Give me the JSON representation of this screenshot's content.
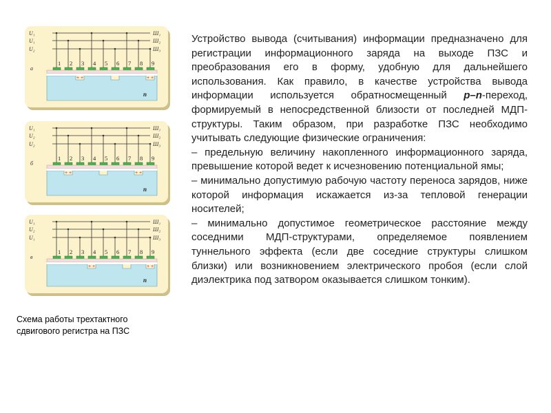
{
  "caption": "Схема работы трехтактного сдвигового регистра на ПЗС",
  "text": {
    "p1_a": "Устройство вывода (считывания) информации предназначено для регистрации информационного заряда на выходе ПЗС и преобразования его в форму, удобную для дальнейшего использования. Как правило, в качестве устройства вывода информации используется обратносмещенный ",
    "p1_term": "p–n",
    "p1_b": "-переход, формируемый в непосредственной близости от последней МДП-структуры. Таким образом, при разработке ПЗС необходимо учитывать следующие физические ограничения:",
    "items": [
      "– предельную величину накопленного информационного заряда, превышение которой ведет к исчезновению потенциальной ямы;",
      "– минимально допустимую рабочую частоту переноса зарядов, ниже которой информация искажается из-за тепловой генерации носителей;",
      "– минимально допустимое геометрическое расстояние между соседними МДП-структурами, определяемое появлением туннельного эффекта (если две соседние структуры слишком близки) или возникновением электрического пробоя (если слой диэлектрика под затвором оказывается слишком тонким)."
    ]
  },
  "diagrams": [
    {
      "letter": "а",
      "left_labels": [
        "U₁",
        "U₁",
        "U₂"
      ],
      "right_labels": [
        "Ш₁",
        "Ш₂",
        "Ш₃"
      ],
      "electrodes": [
        "1",
        "2",
        "3",
        "4",
        "5",
        "6",
        "7",
        "8",
        "9"
      ],
      "substrate": "n",
      "charges": [
        "+ +",
        "+ +"
      ]
    },
    {
      "letter": "б",
      "left_labels": [
        "U₁",
        "U₂",
        "U₂"
      ],
      "right_labels": [
        "Ш₁",
        "Ш₂",
        "Ш₃"
      ],
      "electrodes": [
        "1",
        "2",
        "3",
        "4",
        "5",
        "6",
        "7",
        "8",
        "9"
      ],
      "substrate": "n",
      "charges": [
        "+ +",
        "+ +"
      ]
    },
    {
      "letter": "в",
      "left_labels": [
        "U₁",
        "U₂",
        "U₁"
      ],
      "right_labels": [
        "Ш₁",
        "Ш₂",
        "Ш₃"
      ],
      "electrodes": [
        "1",
        "2",
        "3",
        "4",
        "5",
        "6",
        "7",
        "8",
        "9"
      ],
      "substrate": "n",
      "charges": [
        "+ +",
        "+ +"
      ]
    }
  ],
  "colors": {
    "panel_bg": "#fcf2cc",
    "substrate": "#bfe6ee",
    "oxide": "#f3dede",
    "electrode": "#4caf50",
    "charge": "#c03030"
  }
}
